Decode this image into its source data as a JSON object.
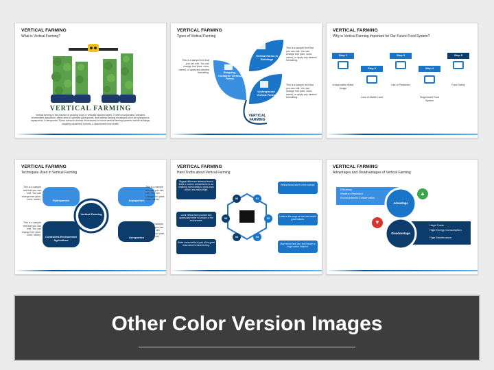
{
  "slides": [
    {
      "title": "VERTICAL FARMING",
      "subtitle": "What is Vertical Farming?",
      "logo_text": "VERTICAL FARMING",
      "body": "Vertical farming is the practice of growing crops in vertically stacked layers. It often incorporates controlled-environment agriculture, which aims to optimize plant growth, and soilless farming techniques such as hydroponics, aquaponics, & aeroponics. Some common choices of structures to house vertical farming systems include buildings, shipping containers, tunnels, & abandoned mine shafts."
    },
    {
      "title": "VERTICAL FARMING",
      "subtitle": "Types of Vertical Farming",
      "leaf1": "Shipping-Container Vertical Farms",
      "leaf2": "Vertical Farms in Buildings",
      "leaf3": "Underground Vertical Farms",
      "center": "VERTICAL FARMING",
      "note_left": "This is a sample text that you can edit. You can change font (size, color, name), or apply any desired formatting.",
      "note_top": "This is a sample text that you can edit. You can change font (size, color, name), or apply any desired formatting.",
      "note_bottom": "This is a sample text that you can edit. You can change font (size, color, name), or apply any desired formatting."
    },
    {
      "title": "VERTICAL FARMING",
      "subtitle": "Why is Vertical Farming Important for Our Future Food System?",
      "steps": [
        {
          "label": "Step 1",
          "text": "Irresponsible Water Usage"
        },
        {
          "label": "Step 2",
          "text": "Loss of Arable Land"
        },
        {
          "label": "Step 3",
          "text": "Use of Pesticides"
        },
        {
          "label": "Step 4",
          "text": "Fragmented Food System"
        },
        {
          "label": "Step 5",
          "text": "Food Safety"
        }
      ]
    },
    {
      "title": "VERTICAL FARMING",
      "subtitle": "Techniques Used in Vertical Farming",
      "center": "Vertical Farming",
      "techs": [
        "Hydroponics",
        "Aquaponics",
        "Controlled-Environment Agriculture",
        "Aeroponics"
      ],
      "note": "This is a sample text that you can edit. You can change font (size, color, name)."
    },
    {
      "title": "VERTICAL FARMING",
      "subtitle": "Hard Truths about Vertical Farming",
      "nums": [
        "01",
        "02",
        "03",
        "04",
        "05",
        "06"
      ],
      "left_texts": [
        "Biggest difference between farmed fields & modern vertical farms is our relatively recent ability to grow crops without any natural light.",
        "Local vertical farm produce isn't appreciably better for people or the environment.",
        "Water conservation is part of the great news about vertical farming."
      ],
      "right_texts": [
        "Vertical farms aren't a new concept.",
        "Limits to the crops we can and should grow indoors.",
        "May reduce land use, but it leaves a huge carbon footprint."
      ]
    },
    {
      "title": "VERTICAL FARMING",
      "subtitle": "Advantages and Disadvantages of Vertical Farming",
      "advantage": "Advantage",
      "disadvantage": "Disadvantage",
      "pros": [
        "Efficiency",
        "Weather Resistant",
        "Environmental Conservation"
      ],
      "cons": [
        "Huge Costs",
        "High Energy Consumption",
        "High Maintenance"
      ]
    }
  ],
  "banner": {
    "text": "Other Color Version Images"
  },
  "colors": {
    "dark_blue": "#0c3c6c",
    "mid_blue": "#1a7bd0",
    "light_blue": "#3aa0e8",
    "background": "#ececec",
    "banner": "#3d3d3d"
  }
}
